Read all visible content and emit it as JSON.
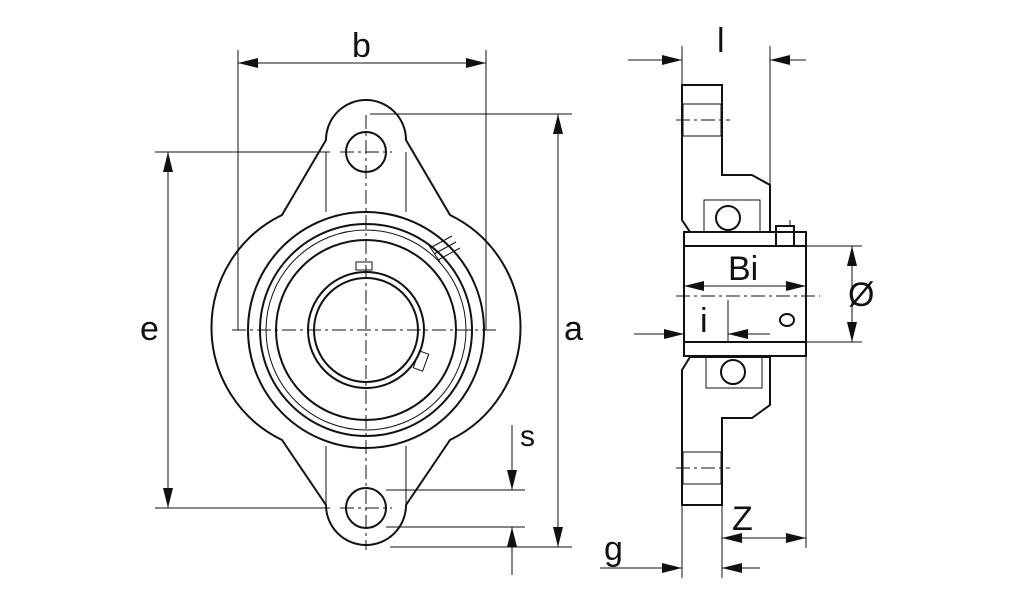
{
  "labels": {
    "b": "b",
    "e": "e",
    "a": "a",
    "s": "s",
    "l": "l",
    "bi": "Bi",
    "i": "i",
    "diameter": "Ø",
    "z": "Z",
    "g": "g"
  },
  "colors": {
    "line": "#111111",
    "background": "#ffffff"
  }
}
